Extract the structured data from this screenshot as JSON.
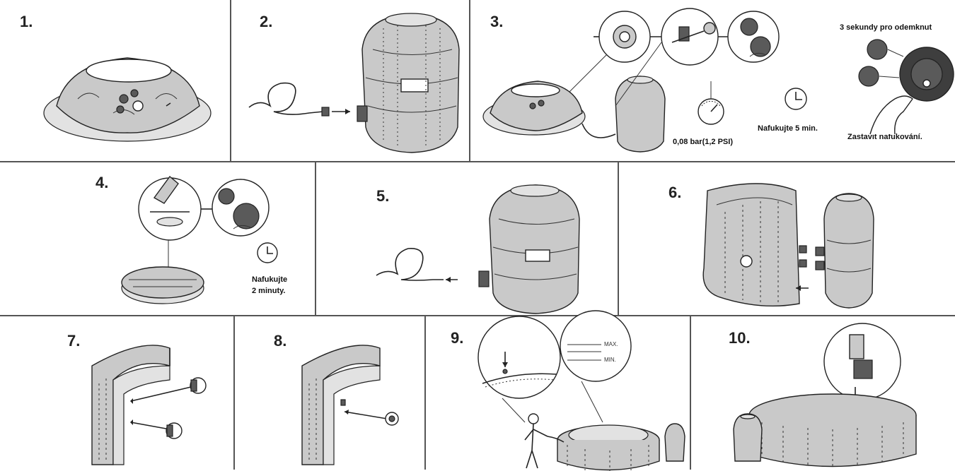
{
  "steps": [
    {
      "number": "1."
    },
    {
      "number": "2."
    },
    {
      "number": "3."
    },
    {
      "number": "4."
    },
    {
      "number": "5."
    },
    {
      "number": "6."
    },
    {
      "number": "7."
    },
    {
      "number": "8."
    },
    {
      "number": "9."
    },
    {
      "number": "10."
    }
  ],
  "step3": {
    "pressure": "0,08 bar(1,2 PSI)",
    "inflate_time": "Nafukujte 5 min.",
    "unlock_hint": "3 sekundy pro odemknut",
    "stop_inflation": "Zastavit nafukování."
  },
  "step4": {
    "inflate_line1": "Nafukujte",
    "inflate_line2": "2 minuty."
  },
  "step9": {
    "max_label": "MAX.",
    "min_label": "MIN."
  },
  "icons": [
    "clock-icon",
    "pressure-gauge-icon",
    "arrow-icon"
  ]
}
